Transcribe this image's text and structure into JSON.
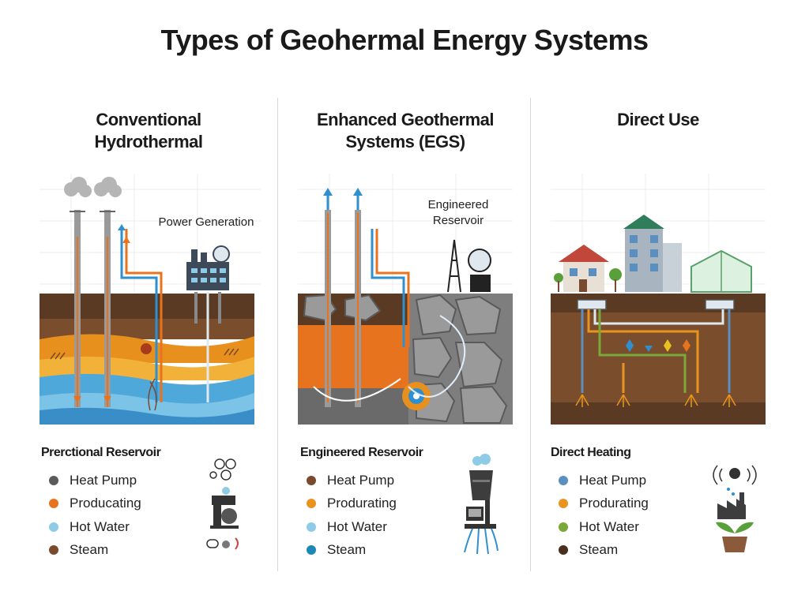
{
  "title": "Types of Geohermal Energy Systems",
  "columns": [
    {
      "title_line1": "Conventional",
      "title_line2": "Hydrothermal",
      "scene_label": "Power Generation",
      "legend_title": "Prerctional Reservoir",
      "legend": [
        {
          "label": "Heat Pump",
          "color": "#5b5b5b"
        },
        {
          "label": "Producating",
          "color": "#e8731e"
        },
        {
          "label": "Hot Water",
          "color": "#8ecbe6"
        },
        {
          "label": "Steam",
          "color": "#7a4a2e"
        }
      ]
    },
    {
      "title_line1": "Enhanced Geothermal",
      "title_line2": "Systems (EGS)",
      "scene_label_line1": "Engineered",
      "scene_label_line2": "Reservoir",
      "legend_title": "Engineered Reservoir",
      "legend": [
        {
          "label": "Heat Pump",
          "color": "#7a4a2e"
        },
        {
          "label": "Produrating",
          "color": "#e8941e"
        },
        {
          "label": "Hot Water",
          "color": "#8ecbe6"
        },
        {
          "label": "Steam",
          "color": "#1f86b8"
        }
      ]
    },
    {
      "title_line1": "Direct Use",
      "legend_title": "Direct Heating",
      "legend": [
        {
          "label": "Heat Pump",
          "color": "#5b8fc0"
        },
        {
          "label": "Produrating",
          "color": "#e8941e"
        },
        {
          "label": "Hot Water",
          "color": "#7aa83a"
        },
        {
          "label": "Steam",
          "color": "#4a2e1e"
        }
      ]
    }
  ],
  "colors": {
    "soil_dark": "#5a3a22",
    "soil_mid": "#7a4e2c",
    "orange_layer": "#e8901e",
    "water_layer": "#4fa8da",
    "rock": "#8a8a8a",
    "pipe_blue": "#2f8fcf",
    "pipe_orange": "#e8731e"
  }
}
